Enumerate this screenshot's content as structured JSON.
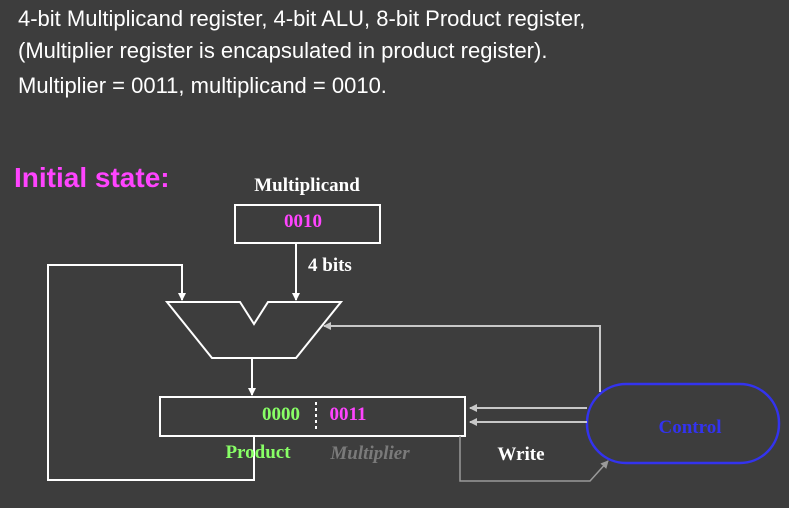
{
  "description": {
    "line1": "4-bit Multiplicand register, 4-bit ALU, 8-bit Product register,",
    "line2": "(Multiplier register is encapsulated in product register).",
    "line3": "Multiplier = 0011, multiplicand = 0010."
  },
  "state_label": "Initial state:",
  "multiplicand": {
    "label": "Multiplicand",
    "value": "0010"
  },
  "bus_label": "4 bits",
  "product_register": {
    "high_value": "0000",
    "low_value": "0011",
    "product_label": "Product",
    "multiplier_label": "Multiplier"
  },
  "control": {
    "label": "Control"
  },
  "write_label": "Write",
  "colors": {
    "background": "#3d3d3d",
    "text": "#ffffff",
    "state_label": "#ff44ff",
    "register_value": "#ff44ff",
    "product_value": "#88ff66",
    "multiplier_label": "#7a7a7a",
    "control": "#3333ee",
    "control_link": "#c8c8c8",
    "write_link": "#9a9a9a"
  }
}
